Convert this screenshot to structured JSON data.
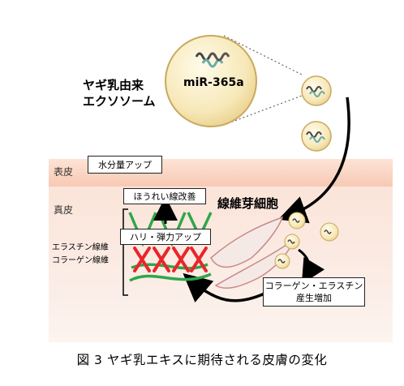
{
  "source_label": [
    "ヤギ乳由来",
    "エクソソーム"
  ],
  "exosome_label": "miR-365a",
  "layers": {
    "epidermis": "表皮",
    "dermis": "真皮"
  },
  "boxes": {
    "moisture": "水分量アップ",
    "wrinkle": "ほうれい線改善",
    "elasticity": "ハリ・弾力アップ",
    "production": [
      "コラーゲン・エラスチン",
      "産生増加"
    ]
  },
  "fibers_label": [
    "エラスチン線維",
    "コラーゲン線維"
  ],
  "fibroblast_label": "線維芽細胞",
  "caption": "図 3  ヤギ乳エキスに期待される皮膚の変化",
  "colors": {
    "exosome": "#f7e8b8",
    "elastin": "#2da84a",
    "collagen_x": "#e8262a",
    "fibroblast_outline": "#c88a8a",
    "epidermis": "#f7c9b3",
    "dermis": "#fbe8df"
  }
}
